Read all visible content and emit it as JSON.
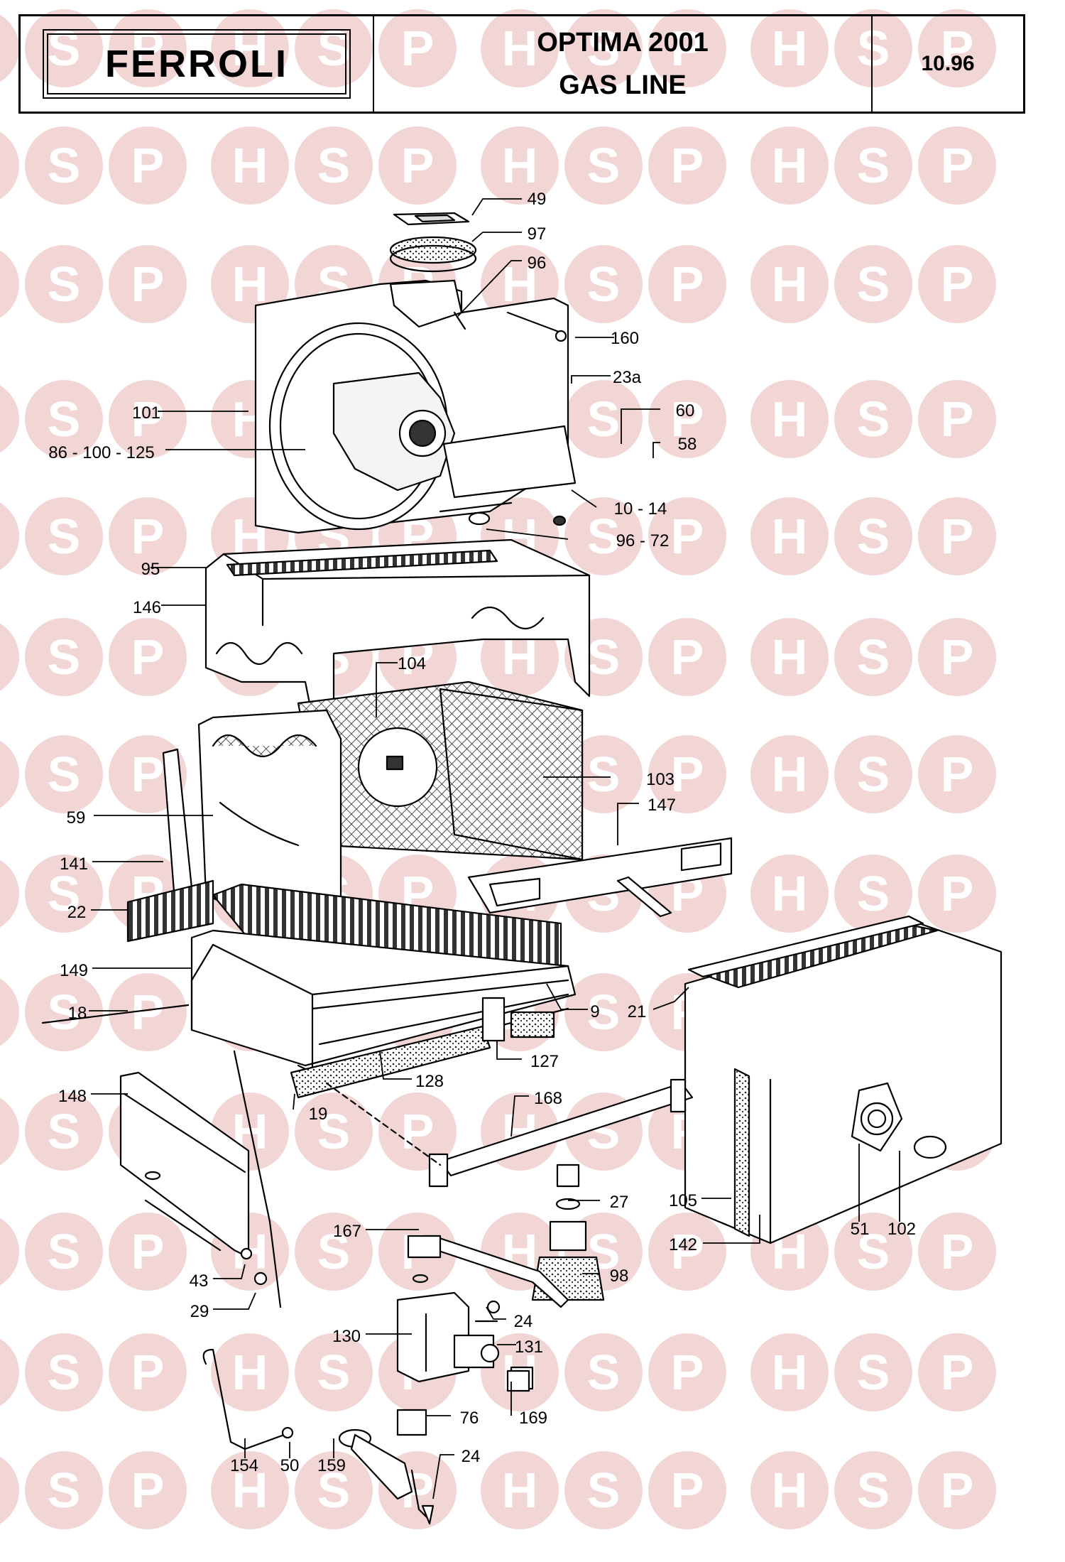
{
  "header": {
    "brand": "FERROLI",
    "model": "OPTIMA 2001",
    "section": "GAS LINE",
    "reference": "10.96"
  },
  "watermark": {
    "letters": [
      "H",
      "S",
      "P"
    ],
    "color": "#f2d6d6",
    "letter_color": "#ffffff"
  },
  "callouts": [
    {
      "id": "49",
      "text": "49"
    },
    {
      "id": "97",
      "text": "97"
    },
    {
      "id": "96-top",
      "text": "96"
    },
    {
      "id": "160",
      "text": "160"
    },
    {
      "id": "23a",
      "text": "23a"
    },
    {
      "id": "101",
      "text": "101"
    },
    {
      "id": "86-100-125",
      "text": "86 - 100 - 125"
    },
    {
      "id": "60",
      "text": "60"
    },
    {
      "id": "58",
      "text": "58"
    },
    {
      "id": "10-14",
      "text": "10 - 14"
    },
    {
      "id": "96-72",
      "text": "96 - 72"
    },
    {
      "id": "95",
      "text": "95"
    },
    {
      "id": "146",
      "text": "146"
    },
    {
      "id": "104",
      "text": "104"
    },
    {
      "id": "103",
      "text": "103"
    },
    {
      "id": "147",
      "text": "147"
    },
    {
      "id": "59",
      "text": "59"
    },
    {
      "id": "141",
      "text": "141"
    },
    {
      "id": "22",
      "text": "22"
    },
    {
      "id": "149",
      "text": "149"
    },
    {
      "id": "9",
      "text": "9"
    },
    {
      "id": "21",
      "text": "21"
    },
    {
      "id": "18",
      "text": "18"
    },
    {
      "id": "127",
      "text": "127"
    },
    {
      "id": "128",
      "text": "128"
    },
    {
      "id": "19",
      "text": "19"
    },
    {
      "id": "148",
      "text": "148"
    },
    {
      "id": "168",
      "text": "168"
    },
    {
      "id": "27",
      "text": "27"
    },
    {
      "id": "105",
      "text": "105"
    },
    {
      "id": "51",
      "text": "51"
    },
    {
      "id": "102",
      "text": "102"
    },
    {
      "id": "142",
      "text": "142"
    },
    {
      "id": "167",
      "text": "167"
    },
    {
      "id": "98",
      "text": "98"
    },
    {
      "id": "43",
      "text": "43"
    },
    {
      "id": "29",
      "text": "29"
    },
    {
      "id": "24-upper",
      "text": "24"
    },
    {
      "id": "130",
      "text": "130"
    },
    {
      "id": "131",
      "text": "131"
    },
    {
      "id": "76",
      "text": "76"
    },
    {
      "id": "169",
      "text": "169"
    },
    {
      "id": "154",
      "text": "154"
    },
    {
      "id": "50",
      "text": "50"
    },
    {
      "id": "159",
      "text": "159"
    },
    {
      "id": "24-lower",
      "text": "24"
    }
  ]
}
